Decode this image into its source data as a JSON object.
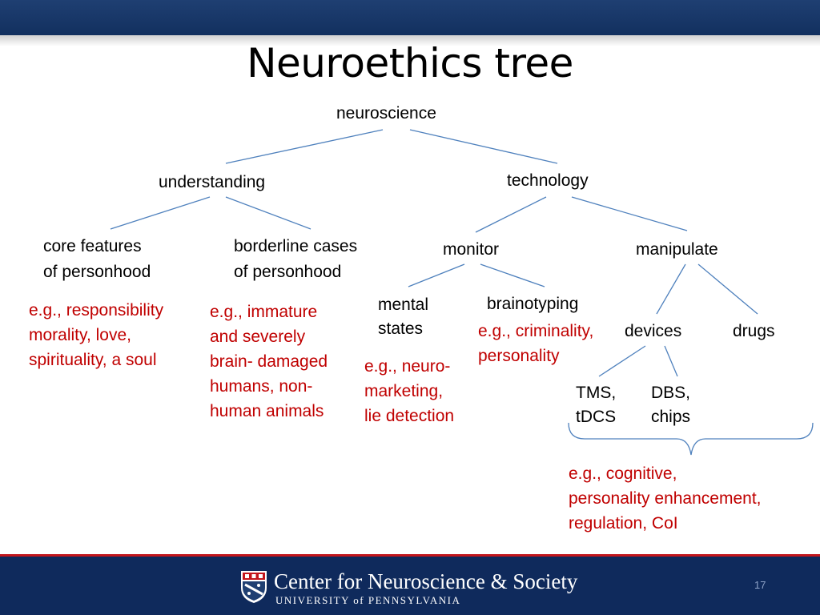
{
  "title": "Neuroethics tree",
  "tree": {
    "root": "neuroscience",
    "understanding": "understanding",
    "technology": "technology",
    "core": [
      "core features",
      "of personhood"
    ],
    "borderline": [
      "borderline cases",
      "of personhood"
    ],
    "monitor": "monitor",
    "manipulate": "manipulate",
    "mental": [
      "mental",
      "states"
    ],
    "brainotyping": "brainotyping",
    "devices": "devices",
    "drugs": "drugs",
    "tms": [
      "TMS,",
      "tDCS"
    ],
    "dbs": [
      "DBS,",
      "chips"
    ]
  },
  "examples": {
    "core": [
      "e.g., responsibility",
      "morality, love,",
      "spirituality, a soul"
    ],
    "borderline": [
      "e.g., immature",
      "and severely",
      "brain- damaged",
      "humans, non-",
      "human animals"
    ],
    "mental": [
      "e.g., neuro-",
      "marketing,",
      "lie detection"
    ],
    "brainotyping": [
      "e.g., criminality,",
      "personality"
    ],
    "devices": [
      "e.g., cognitive,",
      "personality enhancement,",
      "regulation, CoI"
    ]
  },
  "footer": {
    "center": "Center for Neuroscience & Society",
    "university": "UNIVERSITY of PENNSYLVANIA",
    "page": "17"
  },
  "colors": {
    "header": "#12305f",
    "footer": "#0f2a5c",
    "accent_line": "#c3161c",
    "edge": "#4f81bd",
    "example_text": "#c00000"
  }
}
